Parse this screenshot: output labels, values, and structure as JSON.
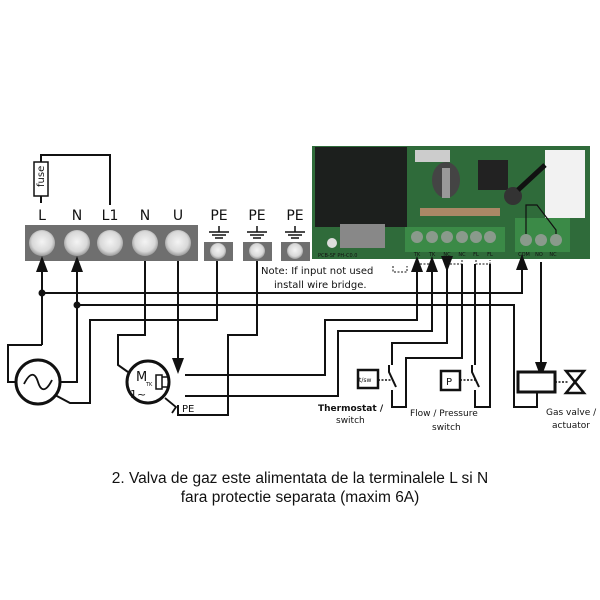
{
  "fuse_label": "fuse",
  "terminals": [
    "L",
    "N",
    "L1",
    "N",
    "U",
    "PE",
    "PE",
    "PE"
  ],
  "pcb": {
    "model_text": "PCB-SF PH-C0.0",
    "input_labels": [
      "TK",
      "TK",
      "NC",
      "NC",
      "FL",
      "FL"
    ],
    "relay_labels": [
      "COM",
      "NO",
      "NC"
    ]
  },
  "note": {
    "line1": "Note:  If input not used",
    "line2": "install wire bridge."
  },
  "motor": {
    "symbol": "M",
    "phase": "1~",
    "tk": "TK",
    "pe": "PE"
  },
  "thermostat": {
    "box": "t/sw",
    "label1": "Thermostat /",
    "label2": "switch"
  },
  "flow_switch": {
    "box": "P",
    "label1": "Flow / Pressure",
    "label2": "switch"
  },
  "gas_valve": {
    "label1": "Gas valve /",
    "label2": "actuator"
  },
  "caption": {
    "line1": "2. Valva de gaz este alimentata de la terminalele L si N",
    "line2": "fara protectie separata (maxim 6A)"
  },
  "colors": {
    "pcb": "#2f6b3a",
    "relay": "#1c1f1d",
    "terminal": "#777"
  }
}
